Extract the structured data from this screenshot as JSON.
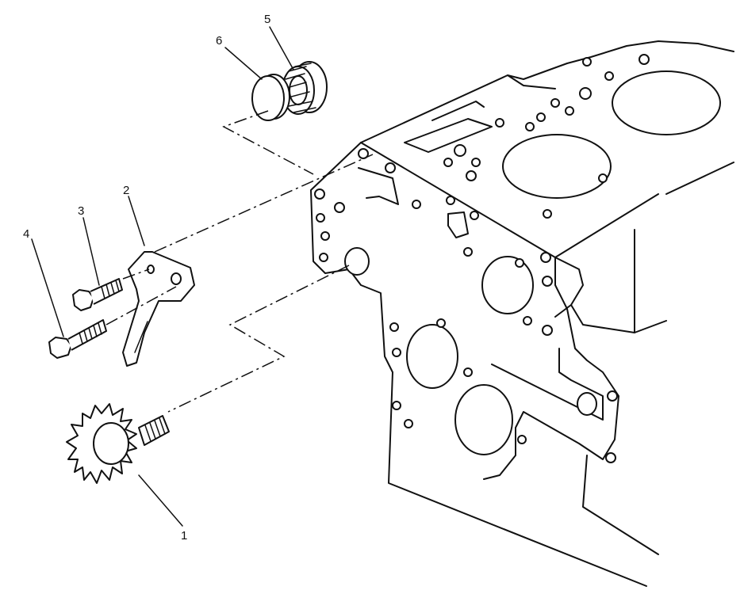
{
  "diagram": {
    "callouts": [
      {
        "id": "1",
        "label": "1"
      },
      {
        "id": "2",
        "label": "2"
      },
      {
        "id": "3",
        "label": "3"
      },
      {
        "id": "4",
        "label": "4"
      },
      {
        "id": "5",
        "label": "5"
      },
      {
        "id": "6",
        "label": "6"
      }
    ]
  }
}
